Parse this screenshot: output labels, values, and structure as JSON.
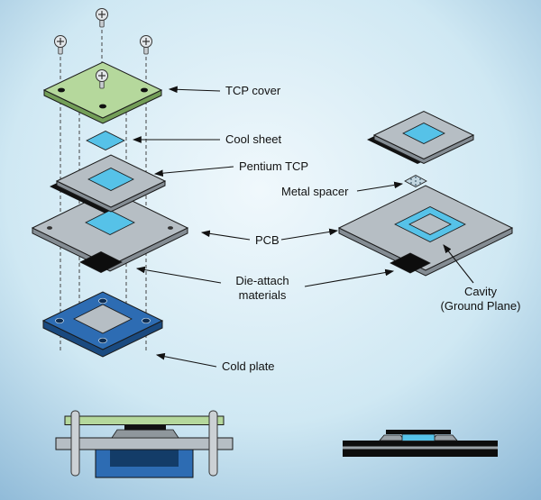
{
  "diagram": {
    "labels": {
      "tcp_cover": "TCP cover",
      "cool_sheet": "Cool sheet",
      "pentium_tcp": "Pentium TCP",
      "metal_spacer": "Metal spacer",
      "pcb": "PCB",
      "die_attach_line1": "Die-attach",
      "die_attach_line2": "materials",
      "cavity_line1": "Cavity",
      "cavity_line2": "(Ground Plane)",
      "cold_plate": "Cold plate"
    },
    "colors": {
      "background_top": "#f0f8fc",
      "background_mid": "#cfe8f3",
      "background_bottom": "#84b2d3",
      "cover_green": "#b5d89c",
      "cover_green_edge": "#739e58",
      "cool_sheet_blue": "#56c2e8",
      "die_blue": "#56c2e8",
      "plate_gray": "#b6bec4",
      "plate_gray_edge": "#848c93",
      "cold_plate_blue": "#2d6cb3",
      "cold_plate_edge": "#1a4a80",
      "die_attach_black": "#0d0d0d",
      "spacer_gray": "#c2d6e0",
      "screw_gray": "#e3e7ea",
      "label_color": "#111111"
    }
  }
}
